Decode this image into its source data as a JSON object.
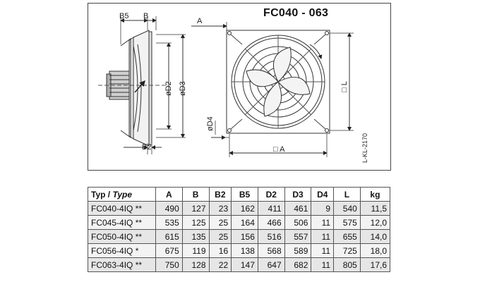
{
  "title": "FC040 - 063",
  "dimension_labels": {
    "b5": "B5",
    "b": "B",
    "a_top": "A",
    "d2": "øD2",
    "d3": "øD3",
    "d4": "øD4",
    "b2": "B2",
    "a_bottom": "□ A",
    "l": "□ L",
    "drawing_code": "L-KL-2170"
  },
  "table": {
    "header_typ": "Typ / ",
    "header_type": "Type",
    "columns": [
      "A",
      "B",
      "B2",
      "B5",
      "D2",
      "D3",
      "D4",
      "L",
      "kg"
    ],
    "rows": [
      [
        "FC040-4IQ **",
        "490",
        "127",
        "23",
        "162",
        "411",
        "461",
        "9",
        "540",
        "11,5"
      ],
      [
        "FC045-4IQ **",
        "535",
        "125",
        "25",
        "164",
        "466",
        "506",
        "11",
        "575",
        "12,0"
      ],
      [
        "FC050-4IQ **",
        "615",
        "135",
        "25",
        "156",
        "516",
        "557",
        "11",
        "655",
        "14,0"
      ],
      [
        "FC056-4IQ *",
        "675",
        "119",
        "16",
        "138",
        "568",
        "589",
        "11",
        "725",
        "18,0"
      ],
      [
        "FC063-4IQ **",
        "750",
        "128",
        "22",
        "147",
        "647",
        "682",
        "11",
        "805",
        "17,6"
      ]
    ]
  }
}
